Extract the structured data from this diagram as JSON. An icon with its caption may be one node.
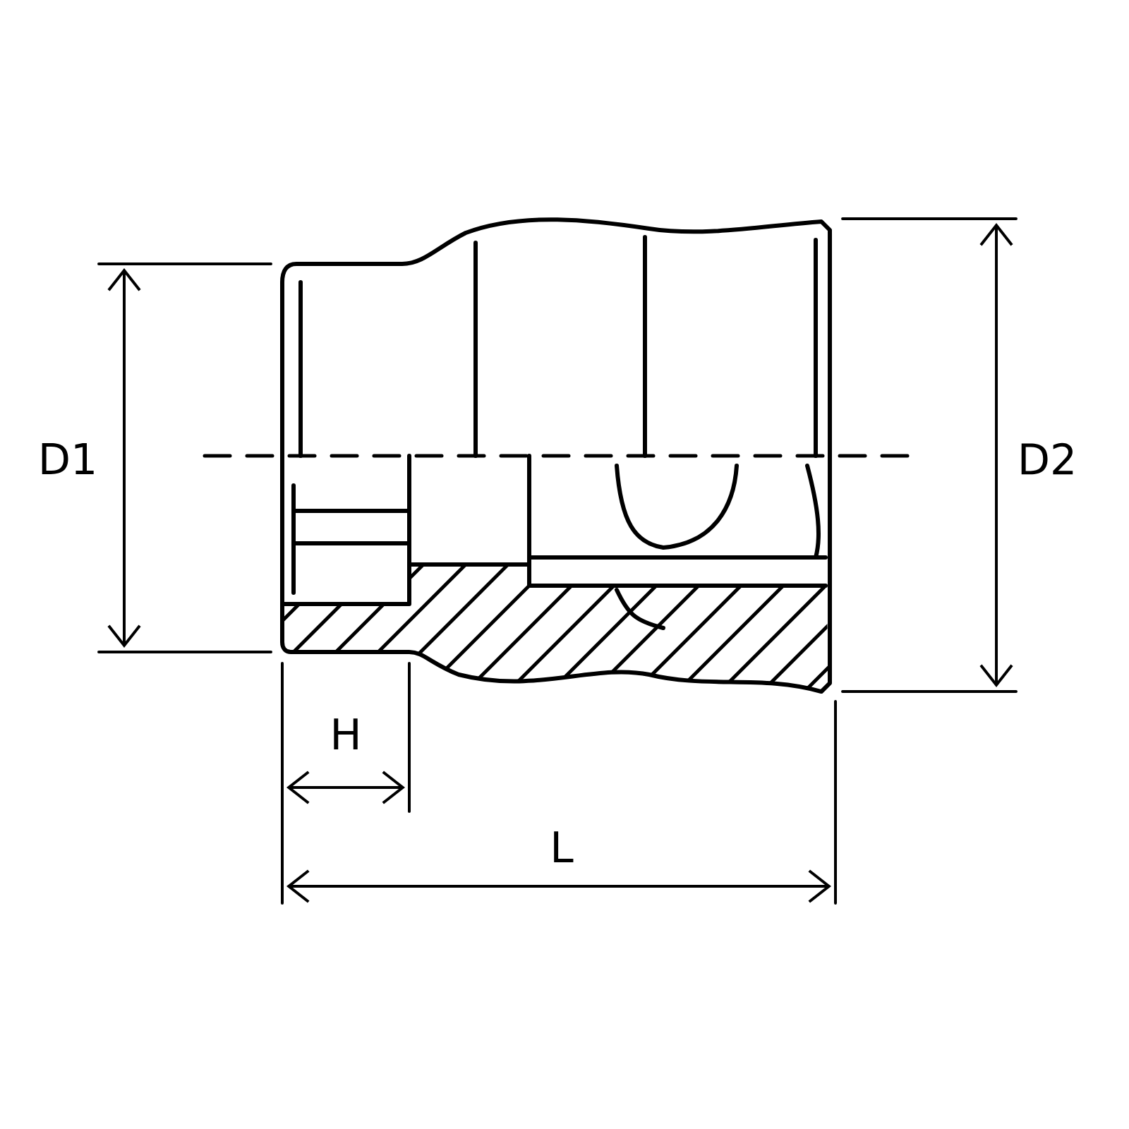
{
  "diagram": {
    "labels": [
      "D1",
      "D2",
      "H",
      "L"
    ]
  }
}
